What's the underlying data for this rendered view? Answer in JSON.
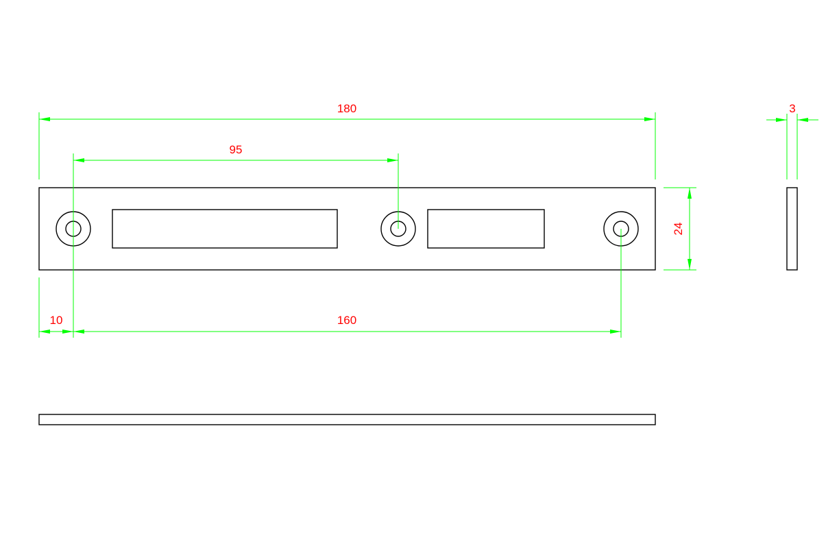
{
  "colors": {
    "outline": "#000000",
    "dimension_line": "#00ff00",
    "dimension_text": "#ff0000",
    "background": "#ffffff"
  },
  "dimensions": {
    "overall_length": "180",
    "hole_spacing_short": "95",
    "edge_to_hole": "10",
    "hole_spacing_long": "160",
    "height": "24",
    "thickness": "3"
  }
}
